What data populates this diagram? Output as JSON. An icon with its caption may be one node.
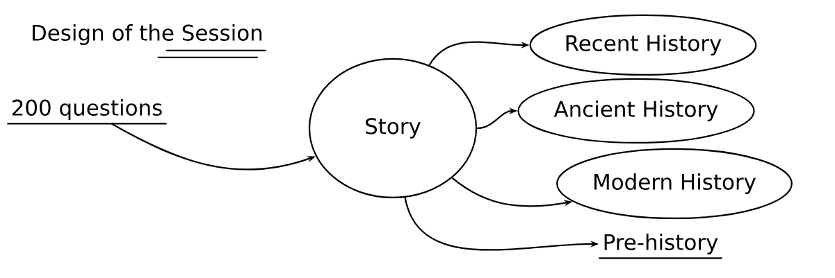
{
  "diagram": {
    "title": "Design of the Session",
    "nodes": [
      {
        "text": [
          "200 questions"
        ]
      },
      {
        "text": [
          "Story"
        ]
      },
      {
        "text": [
          "Recent History"
        ]
      },
      {
        "text": [
          "Ancient History"
        ]
      },
      {
        "text": [
          "Modern History"
        ]
      },
      {
        "text": [
          "Pre-history"
        ]
      }
    ],
    "edges": [
      {
        "from": 0,
        "to": 1,
        "arrow": "to"
      },
      {
        "from": 1,
        "to": 2,
        "arrow": "to"
      },
      {
        "from": 1,
        "to": 3,
        "arrow": "to"
      },
      {
        "from": 1,
        "to": 4,
        "arrow": "to"
      },
      {
        "from": 1,
        "to": 5,
        "arrow": "to"
      }
    ]
  }
}
